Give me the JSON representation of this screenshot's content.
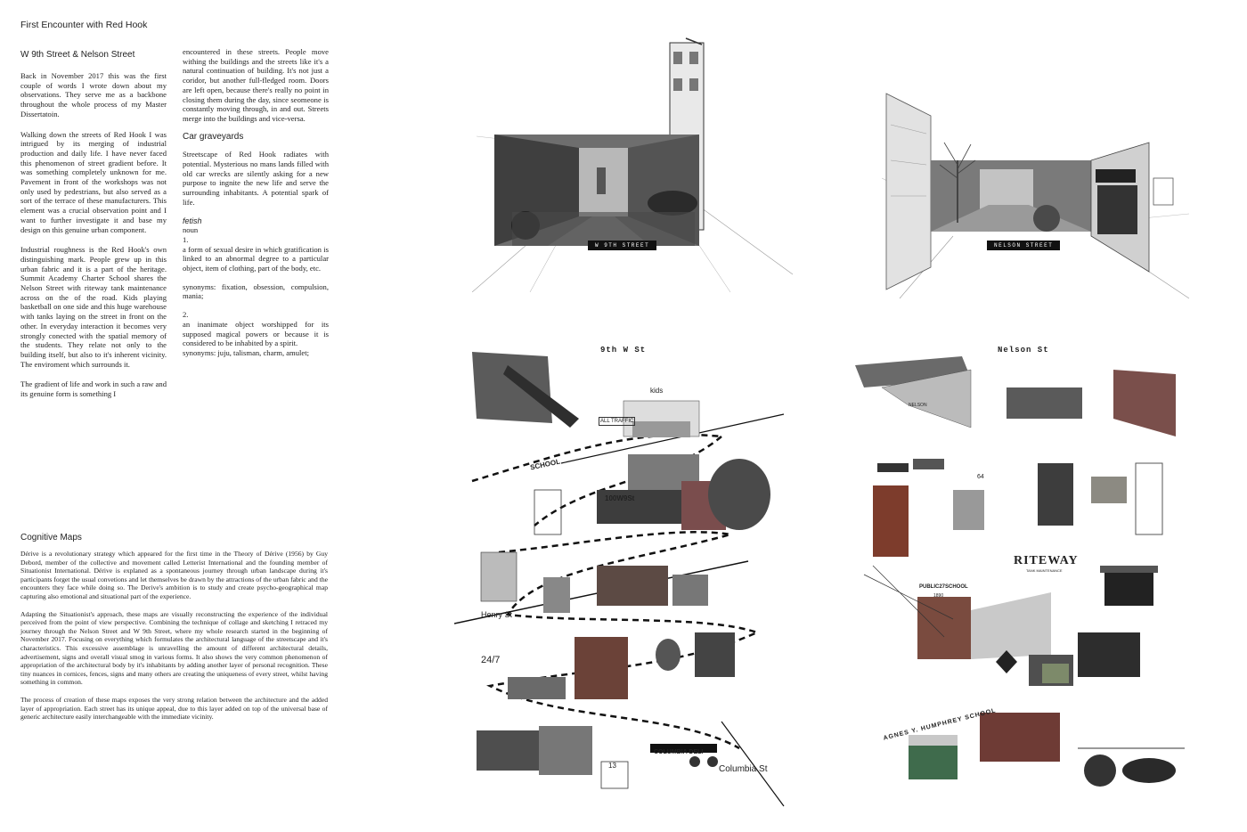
{
  "left": {
    "title": "First Encounter with Red Hook",
    "subtitle": "W 9th Street & Nelson Street",
    "col1_paragraphs": [
      "Back in November 2017 this was the first couple of words I wrote down about my observations. They serve me as a backbone throughout the whole process of my Master Dissertatoin.",
      "Walking down the streets of Red Hook I was intrigued by its merging of industrial production and daily life. I have never faced this phenomenon of street gradient before. It was something completely unknown for me. Pavement in front of the workshops was not only used by pedestrians, but also served as a sort of the terrace of these manufacturers. This element was a crucial observation point and I want to further investigate it and base my design on this genuine urban component.",
      "Industrial roughness is the Red Hook's own distinguishing mark. People grew up in this urban fabric and it is a part of the heritage. Summit Academy Charter School shares the Nelson Street with riteway tank maintenance across on the of the road. Kids playing basketball on one side and this huge warehouse with tanks laying on the street in front on the other. In everyday interaction it becomes very strongly conected with the spatial memory of the students. They relate not only to the building itself, but also to it's inherent vicinity. The enviroment which surrounds it.",
      "The gradient of life and work in such a raw and its genuine form is something I"
    ],
    "col2_intro": "encountered in these streets. People move withing the buildings and the streets like it's a natural continuation of building. It's not just a coridor, but another full-fledged room. Doors are left open, because there's really no point in closing them during the day, since seomeone is constantly moving through, in and out. Streets merge into the buildings and vice-versa.",
    "car_heading": "Car graveyards",
    "car_text": "Streetscape of Red Hook radiates with potential. Mysterious no mans lands filled with old car wrecks are silently asking for a new purpose to ingnite the new life and serve the surrounding inhabitants. A potential spark of life.",
    "fetish_word": "fetish",
    "fetish_pos": "noun",
    "def1_num": "1.",
    "def1_text": "a form of sexual desire in which gratification is linked to an abnormal degree to a particular object, item of clothing, part of the body, etc.",
    "def1_syn": "synonyms:     fixation, obsession, compulsion, mania;",
    "def2_num": "2.",
    "def2_text": "an inanimate object worshipped for its supposed magical powers or because it is considered to be inhabited by a spirit.",
    "def2_syn": "synonyms:        juju, talisman, charm, amulet;",
    "cm_heading": "Cognitive Maps",
    "cm_paragraphs": [
      "Dérive is a revolutionary strategy which appeared for the first time in the Theory of Dérive (1956) by Guy Debord, member of the collective and movement called Letterist International and the founding member of Situationist International. Dérive is explaned as a spontaneous journey through urban landscape during it's participants forget the usual convetions and let themselves be drawn by the attractions of the urban fabric and the encounters they face while doing so. The Derive's ambition is to study and create psycho-geographical map capturing also emotional and situational part of the experience.",
      "Adapting the Situationist's approach, these maps are visually reconstructing the experience of the individual perceived from the point of view perspective. Combining the technique of collage and sketching I retraced my journey through the Nelson Street and W 9th Street, where my whole research started in the beginning of November 2017. Focusing on everything which formulates the architectural language of the streetscape and it's characteristics. This excessive assemblage is unravelling the amount of different architectural details, advertisement, signs and overall visual smog in various forms. It also shows the very common phenomenon of appropriation of the architectural body by it's inhabitants by adding another layer of personal recognition. These tiny nuances in cornices, fences, signs and many others are creating the uniqueness of every street, whilst having something in common.",
      "The process of creation of these maps exposes the very strong relation between the architecture and the added layer of appropriation. Each street has its unique appeal, due to this layer added on top of the universal base of generic architecture easily interchangeable with the immediate vicinity."
    ]
  },
  "panels": {
    "w9_caption": "W 9TH STREET",
    "nelson_caption": "NELSON STREET",
    "map1_title": "9th W St",
    "map2_title": "Nelson St",
    "map1_labels": {
      "school": "SCHOOL",
      "henry": "Henry St",
      "num100": "100W9St",
      "twentyfour": "24/7",
      "columbia": "Columbia St",
      "columbia_deli": "COLUMBIA DELI",
      "thirteen": "13",
      "all_traffic": "ALL TRAFFIC",
      "kids": "kids"
    },
    "map2_labels": {
      "riteway": "RITEWAY",
      "riteway_sub": "TANK MAINTENANCE",
      "ps27": "PUBLIC27SCHOOL",
      "ps27_year": "1890",
      "sixtyfour": "64",
      "humphrey": "AGNES Y. HUMPHREY SCHOOL",
      "nelson_sign": "NELSON"
    }
  }
}
